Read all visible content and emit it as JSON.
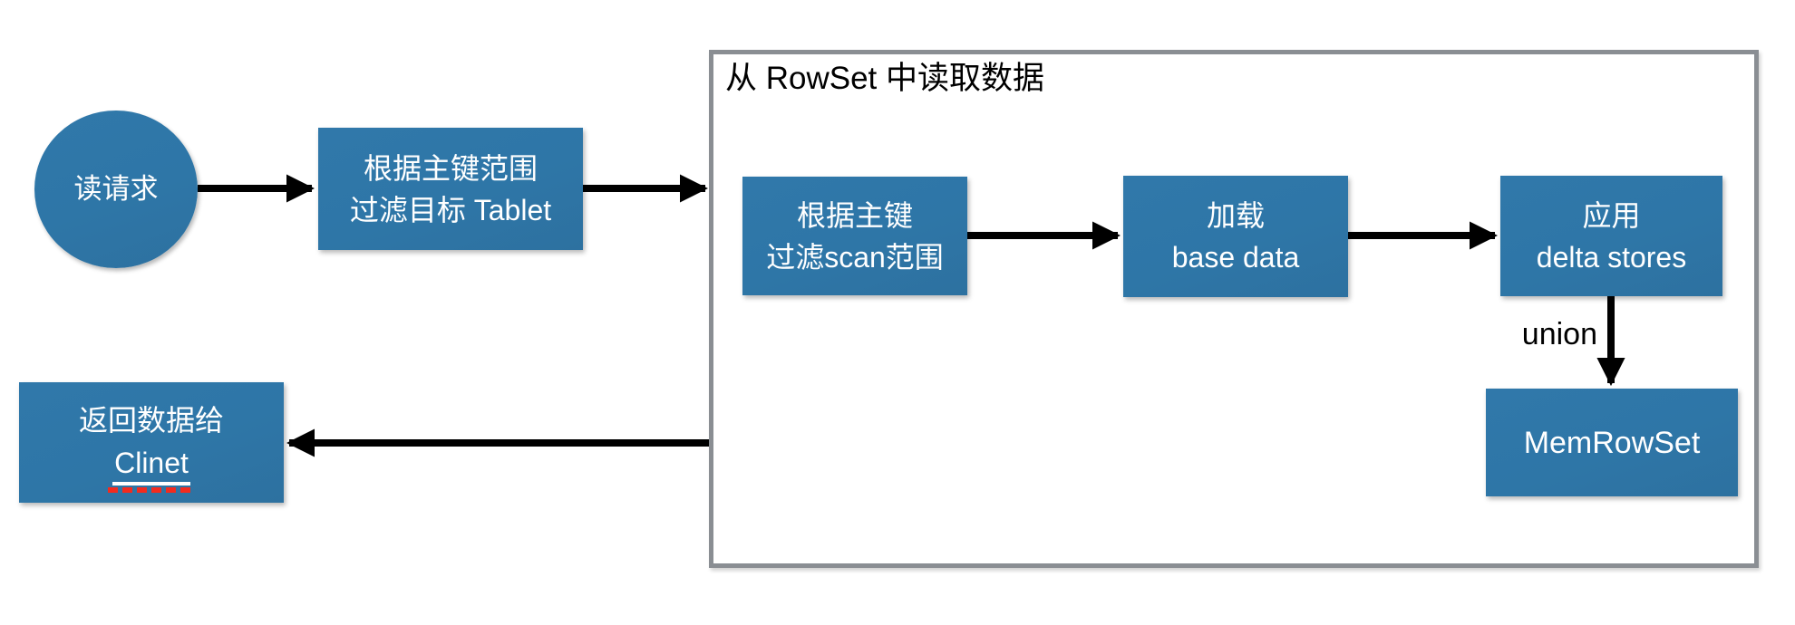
{
  "diagram": {
    "container_title": "从 RowSet 中读取数据",
    "nodes": {
      "read_request": {
        "label": "读请求"
      },
      "filter_tablet": {
        "lines": [
          "根据主键范围",
          "过滤目标 Tablet"
        ]
      },
      "filter_scan": {
        "lines": [
          "根据主键",
          "过滤scan范围"
        ]
      },
      "load_base": {
        "lines": [
          "加载",
          "base data"
        ]
      },
      "apply_delta": {
        "lines": [
          "应用",
          "delta stores"
        ]
      },
      "mem_rowset": {
        "label": "MemRowSet"
      },
      "return_client": {
        "line1": "返回数据给",
        "line2": "Clinet"
      }
    },
    "edge_labels": {
      "union": "union"
    },
    "colors": {
      "node_fill": "#2e76a7",
      "node_text": "#ffffff",
      "container_border": "#8a8e93",
      "title_text": "#000000",
      "arrow": "#000000",
      "spellcheck_red": "#f32b1e"
    }
  }
}
